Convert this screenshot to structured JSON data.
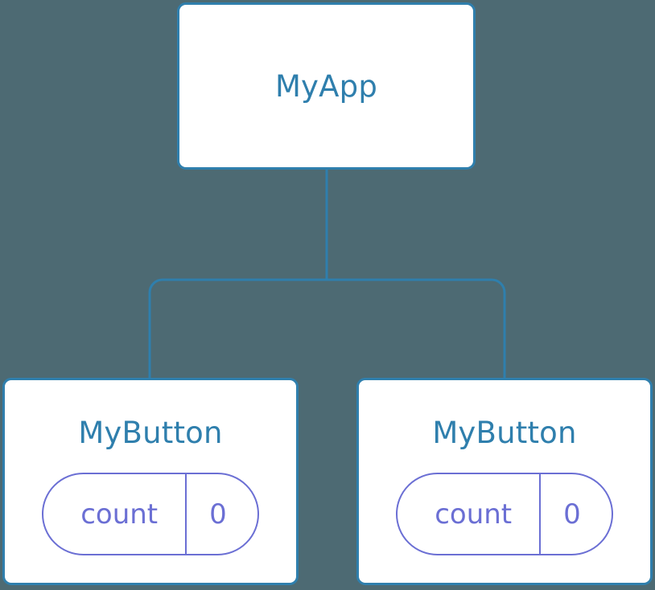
{
  "diagram": {
    "background_color": "#4d6a73",
    "node_border_color": "#2f7fad",
    "node_title_color": "#2f7fad",
    "pill_color": "#6b6fd4",
    "edge_color": "#2f7fad",
    "root": {
      "title": "MyApp"
    },
    "children": [
      {
        "title": "MyButton",
        "state": {
          "key": "count",
          "value": "0"
        }
      },
      {
        "title": "MyButton",
        "state": {
          "key": "count",
          "value": "0"
        }
      }
    ]
  }
}
